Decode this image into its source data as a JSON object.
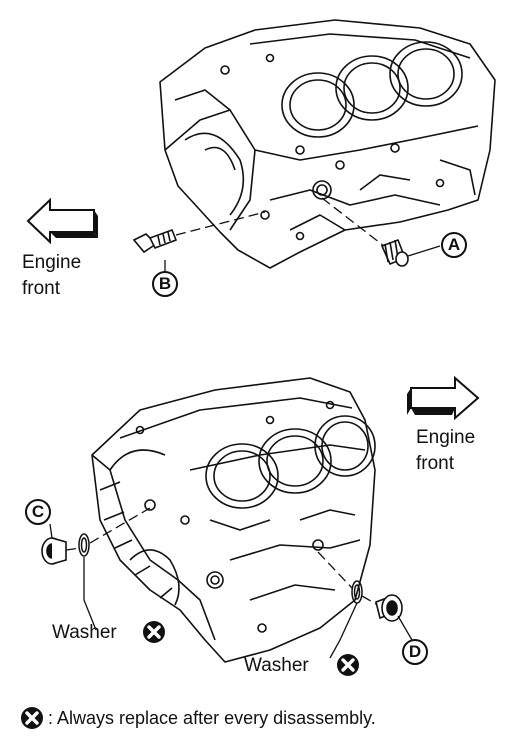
{
  "top_view": {
    "engine_front_line1": "Engine",
    "engine_front_line2": "front",
    "callout_a": "A",
    "callout_b": "B"
  },
  "bottom_view": {
    "engine_front_line1": "Engine",
    "engine_front_line2": "front",
    "callout_c": "C",
    "callout_d": "D",
    "washer_left": "Washer",
    "washer_right": "Washer"
  },
  "legend": {
    "text": ": Always replace after every disassembly.",
    "icon": "circled-x-icon"
  }
}
